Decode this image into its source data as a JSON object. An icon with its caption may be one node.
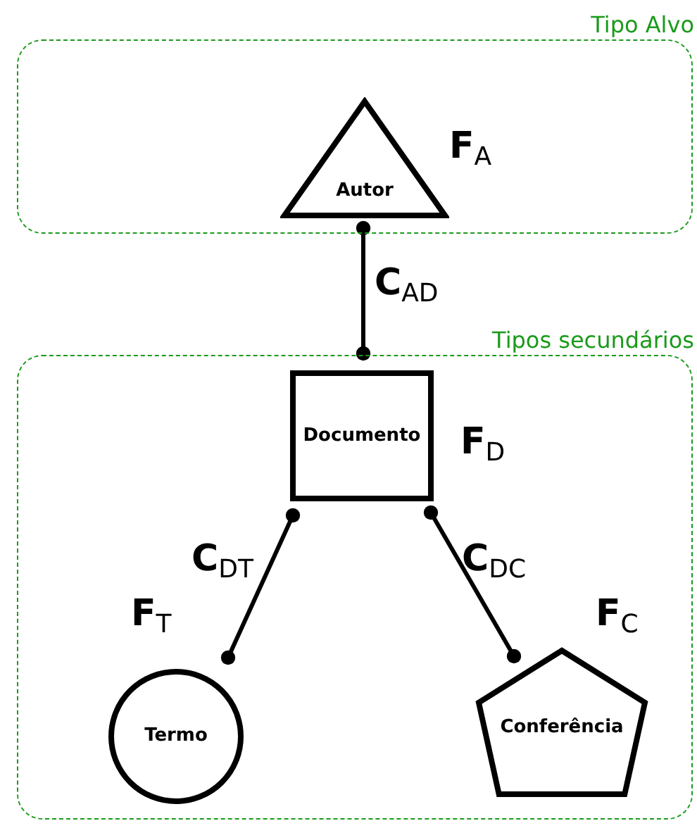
{
  "diagram": {
    "nodes": [
      {
        "text": [
          "Tipo Alvo"
        ]
      },
      {
        "text": [
          "Autor"
        ],
        "in": 0,
        "beside": [
          "**F**$_{A}$"
        ]
      },
      {
        "text": [
          "Tipos secundários"
        ]
      },
      {
        "text": [
          "Documento"
        ],
        "in": 2,
        "beside": [
          "**F**$_{D}$"
        ]
      },
      {
        "text": [
          "Termo"
        ],
        "in": 2,
        "beside": [
          "**F**$_{T}$"
        ]
      },
      {
        "text": [
          "Conferência"
        ],
        "in": 2,
        "beside": [
          "**F**$_{C}$"
        ]
      }
    ],
    "edges": [
      {
        "from": 1,
        "to": 3,
        "arrow": "other",
        "label": "**C**$_{AD}$"
      },
      {
        "from": 3,
        "to": 4,
        "arrow": "other",
        "label": "**C**$_{DT}$"
      },
      {
        "from": 3,
        "to": 5,
        "arrow": "other",
        "label": "**C**$_{DC}$"
      }
    ]
  }
}
